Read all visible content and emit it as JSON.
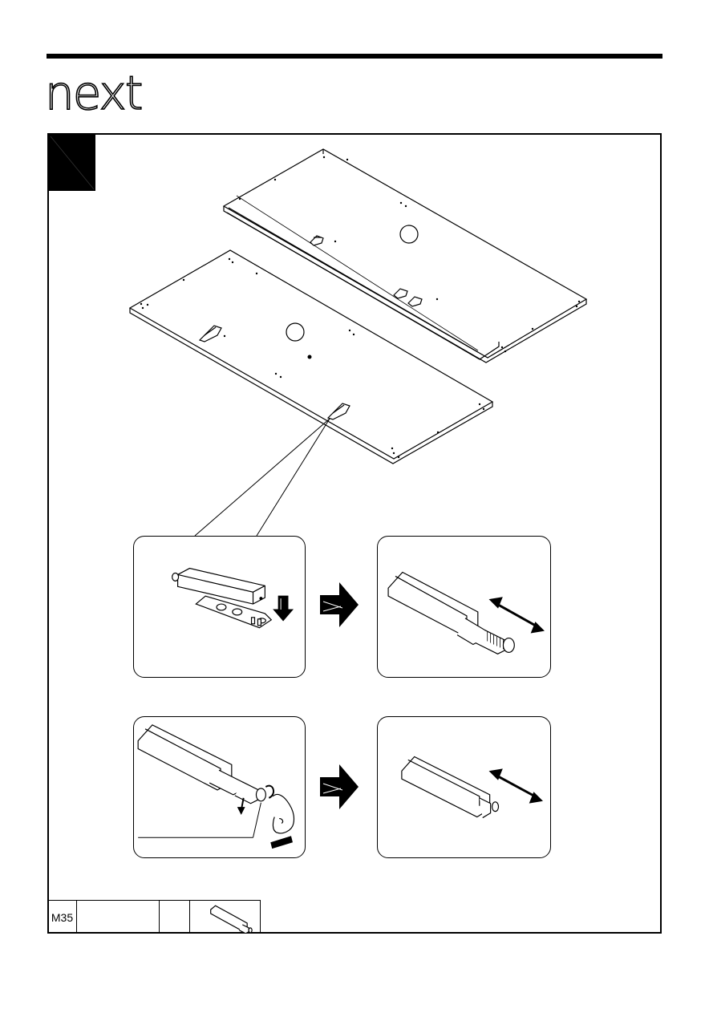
{
  "header": {
    "brand": "next",
    "logo_icon": "next-logo"
  },
  "step": {
    "flag_icon": "step-flag-icon"
  },
  "illustration": {
    "main": "panels-with-push-latches",
    "detail_panels": [
      {
        "name": "latch-mount-detail",
        "icon": "push-latch-snap-icon"
      },
      {
        "name": "latch-travel-detail",
        "icon": "push-latch-extended-icon"
      },
      {
        "name": "latch-adjust-detail",
        "icon": "push-latch-adjust-icon"
      },
      {
        "name": "latch-retracted-detail",
        "icon": "push-latch-retracted-icon"
      }
    ]
  },
  "parts_table": {
    "rows": [
      {
        "code": "M35",
        "name": "",
        "qty": "",
        "icon": "push-latch-icon"
      }
    ]
  }
}
